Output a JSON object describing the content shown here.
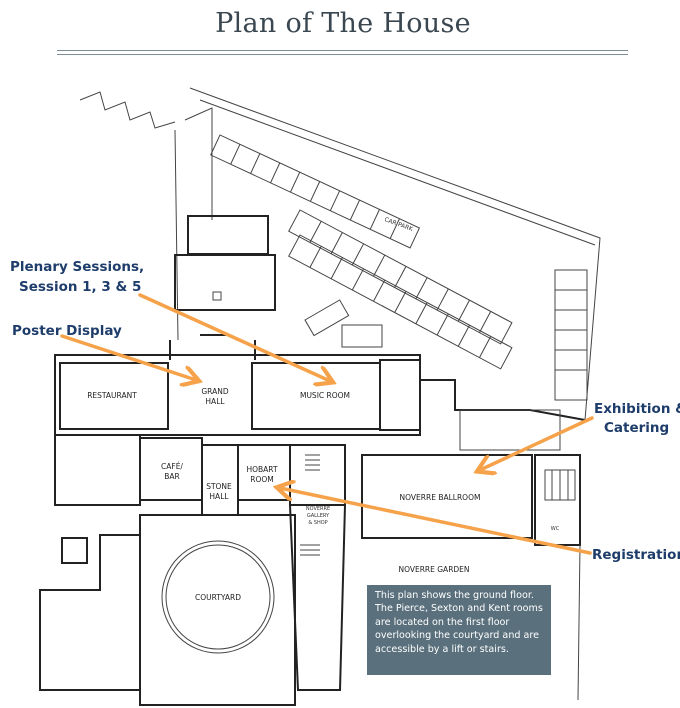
{
  "title": "Plan of The House",
  "rooms": {
    "restaurant": "RESTAURANT",
    "grand_hall_1": "GRAND",
    "grand_hall_2": "HALL",
    "music_room": "MUSIC ROOM",
    "cafe_1": "CAFÉ/",
    "cafe_2": "BAR",
    "stone_1": "STONE",
    "stone_2": "HALL",
    "hobart_1": "HOBART",
    "hobart_2": "ROOM",
    "gallery_1": "NOVERRE",
    "gallery_2": "GALLERY",
    "gallery_3": "& SHOP",
    "ballroom": "NOVERRE BALLROOM",
    "garden": "NOVERRE GARDEN",
    "courtyard": "COURTYARD",
    "car_park": "CAR PARK",
    "wc": "WC"
  },
  "callouts": {
    "plenary_1": "Plenary Sessions,",
    "plenary_2": "Session 1, 3 & 5",
    "poster": "Poster Display",
    "exhibition_1": "Exhibition &",
    "exhibition_2": "Catering",
    "registration": "Registration"
  },
  "info_box": "This plan shows the ground floor. The Pierce, Sexton and Kent rooms are located on the first floor overlooking the courtyard and are accessible by a lift or stairs.",
  "colors": {
    "arrow": "#f6a24a",
    "callout": "#1e3d6b",
    "info_bg": "#5a707c"
  }
}
